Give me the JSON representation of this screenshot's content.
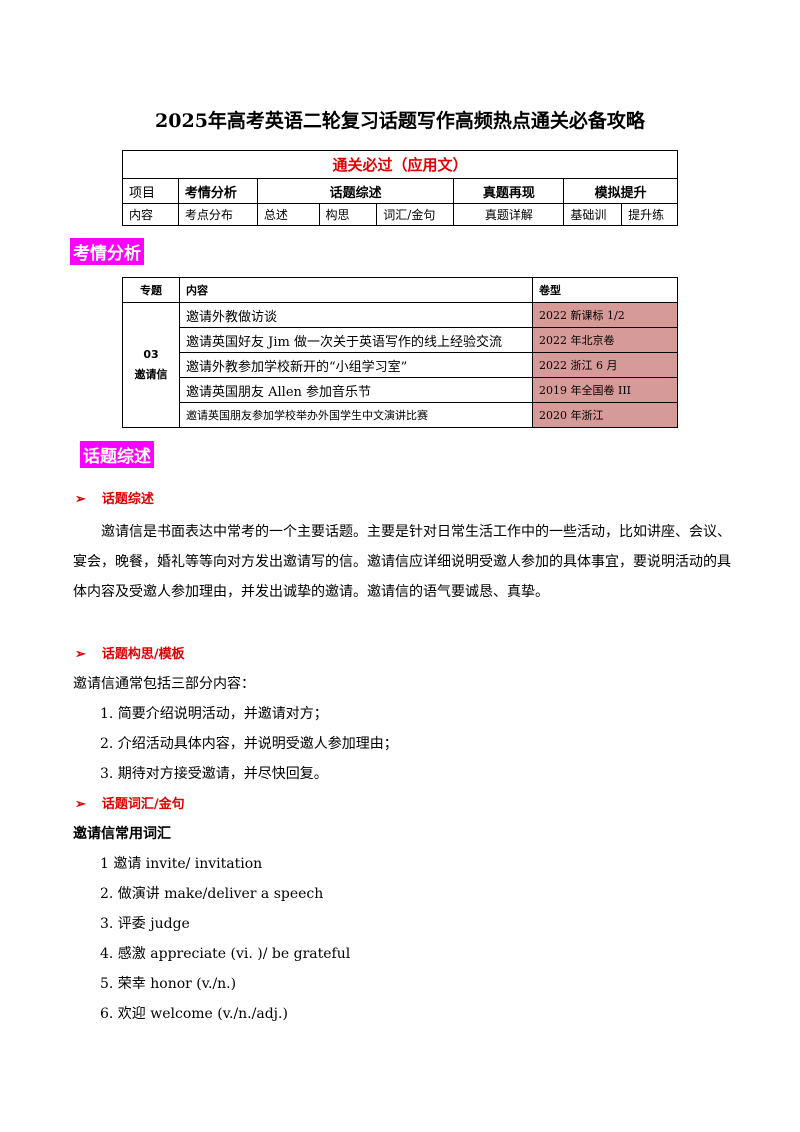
{
  "title": "2025年高考英语二轮复习话题写作高频热点通关必备攻略",
  "nav": {
    "heading": "通关必过（应用文）",
    "row_headers": [
      "项目",
      "考情分析",
      "话题综述",
      "真题再现",
      "模拟提升"
    ],
    "row_items": [
      "内容",
      "考点分布",
      "总述",
      "构思",
      "词汇/金句",
      "真题详解",
      "基础训",
      "提升练"
    ]
  },
  "tag_exam": "考情分析",
  "topic_table": {
    "headers": [
      "专题",
      "内容",
      "卷型"
    ],
    "topic_number": "03",
    "topic_name": "邀请信",
    "rows": [
      {
        "content": "邀请外教做访谈",
        "paper": "2022 新课标 1/2"
      },
      {
        "content": "邀请英国好友 Jim 做一次关于英语写作的线上经验交流",
        "paper": "2022 年北京卷"
      },
      {
        "content": "邀请外教参加学校新开的“小组学习室”",
        "paper": "2022 浙江 6 月"
      },
      {
        "content": "邀请英国朋友 Allen 参加音乐节",
        "paper": "2019 年全国卷 III"
      },
      {
        "content": "邀请英国朋友参加学校举办外国学生中文演讲比赛",
        "paper": "2020 年浙江"
      }
    ]
  },
  "tag_summary": "话题综述",
  "section1": {
    "arrow": "➢",
    "heading": "话题综述",
    "para": "邀请信是书面表达中常考的一个主要话题。主要是针对日常生活工作中的一些活动，比如讲座、会议、宴会，晚餐，婚礼等等向对方发出邀请写的信。邀请信应详细说明受邀人参加的具体事宜，要说明活动的具体内容及受邀人参加理由，并发出诚挚的邀请。邀请信的语气要诚恳、真挚。"
  },
  "section2": {
    "arrow": "➢",
    "heading": "话题构思/模板",
    "intro": "邀请信通常包括三部分内容：",
    "items": [
      "1. 简要介绍说明活动，并邀请对方；",
      "2. 介绍活动具体内容，并说明受邀人参加理由；",
      "3. 期待对方接受邀请，并尽快回复。"
    ]
  },
  "section3": {
    "arrow": "➢",
    "heading": "话题词汇/金句",
    "subheading": "邀请信常用词汇",
    "items": [
      "1 邀请  invite/  invitation",
      "2. 做演讲  make/deliver  a  speech",
      "3. 评委  judge",
      "4. 感激  appreciate  (vi.  )/  be  grateful",
      "5. 荣幸  honor  (v./n.)",
      "6. 欢迎  welcome  (v./n./adj.)"
    ]
  }
}
